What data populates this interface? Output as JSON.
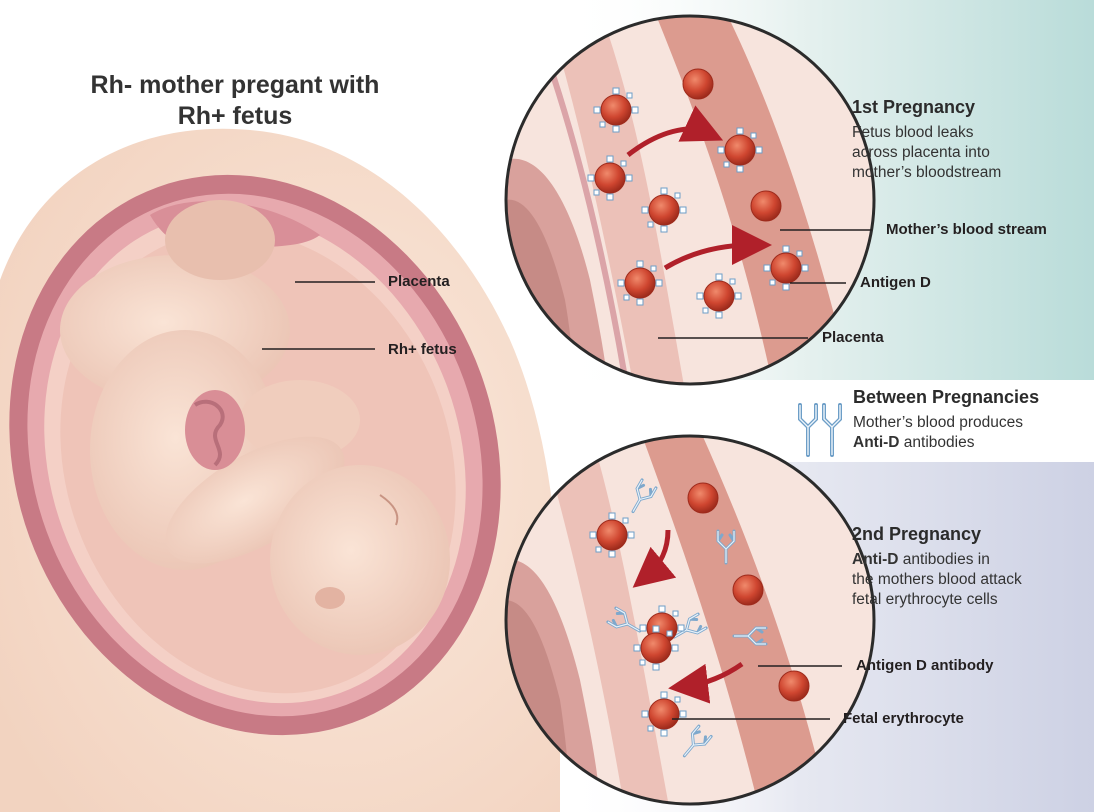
{
  "title": "Rh- mother pregant with Rh+ fetus",
  "labels": {
    "placenta": "Placenta",
    "rh_fetus": "Rh+ fetus",
    "mothers_blood_stream": "Mother’s blood stream",
    "antigen_d": "Antigen D",
    "placenta_circle": "Placenta",
    "antigen_d_antibody": "Antigen D antibody",
    "fetal_erythrocyte": "Fetal erythrocyte"
  },
  "first_pregnancy": {
    "heading": "1st Pregnancy",
    "line1": "Fetus blood leaks",
    "line2": "across placenta into",
    "line3": "mother’s bloodstream"
  },
  "between_pregnancies": {
    "heading": "Between Pregnancies",
    "line1": "Mother’s blood produces",
    "line2_bold": "Anti-D",
    "line2_rest": " antibodies"
  },
  "second_pregnancy": {
    "heading": "2nd Pregnancy",
    "line1_bold": "Anti-D",
    "line1_rest": " antibodies in",
    "line2": "the mothers blood attack",
    "line3": "fetal erythrocyte cells"
  },
  "colors": {
    "top_panel": "#cfe6e3",
    "bottom_panel": "#d9dcea",
    "uterus_wall": "#c87a85",
    "skin": "#f5dccb",
    "fetus": "#f2d2c1",
    "blood_cell": "#c8402c",
    "arrow": "#b0202a",
    "antibody": "#8fb7d6"
  }
}
